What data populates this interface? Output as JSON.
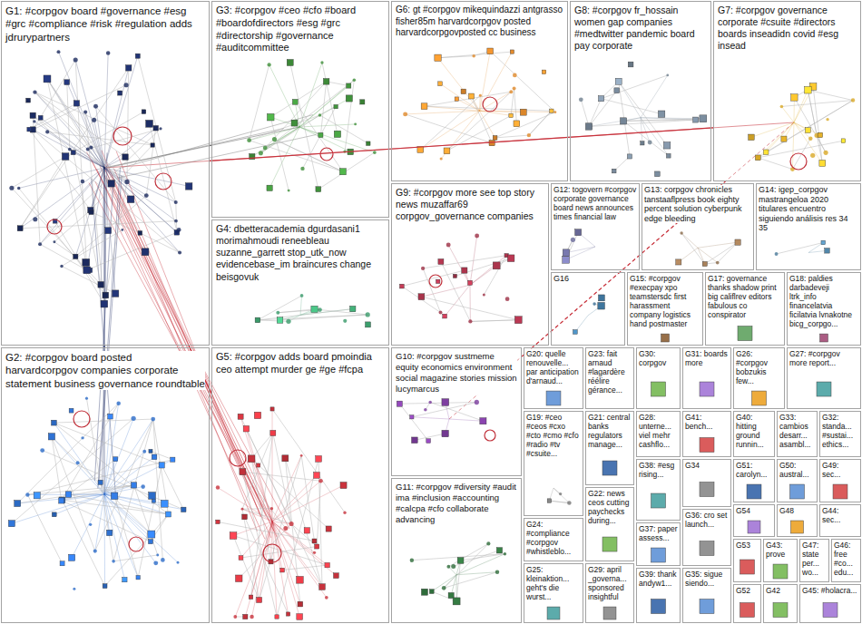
{
  "diagram": {
    "nodes": [
      {
        "text": [
          "G1: #corpgov board #governance #esg #grc #compliance #risk #regulation adds jdrurypartners"
        ]
      },
      {
        "text": [
          "G3: #corpgov #ceo #cfo #board #boardofdirectors #esg #grc #directorship #governance #auditcommittee"
        ]
      },
      {
        "text": [
          "G6: gt #corpgov mikequindazzi antgrasso fisher85m harvardcorpgov posted harvardcorpgovposted cc business"
        ]
      },
      {
        "text": [
          "G8: #corpgov fr_hossain women gap companies #medtwitter pandemic board pay corporate"
        ]
      },
      {
        "text": [
          "G7: #corpgov governance corporate #csuite #directors boards inseadidn covid #esg insead"
        ]
      },
      {
        "text": [
          "G4: dbetteracademia dgurdasani1 morimahmoudi reneebleau suzanne_garrett stop_utk_now evidencebase_im braincures change beisgovuk"
        ]
      },
      {
        "text": [
          "G9: #corpgov more see top story news muzaffar69 corpgov_governance companies"
        ]
      },
      {
        "text": [
          "G12: togovern #corpgov corporate governance board news announces times financial law"
        ]
      },
      {
        "text": [
          "G13: corpgov chronicles tanstaaflpress book eighty percent solution cyberpunk edge bleeding"
        ]
      },
      {
        "text": [
          "G14: igep_corpgov mastrangeloa 2020 titulares encuentro siguiendo análisis res 34 35"
        ]
      },
      {
        "text": [
          "G16"
        ]
      },
      {
        "text": [
          "G15: #corpgov #execpay xpo teamstersdc first harassment company logistics hand postmaster"
        ]
      },
      {
        "text": [
          "G17: governance thanks shadow print big califlrev editors fabulous co conspirator"
        ]
      },
      {
        "text": [
          "G18: paldies darbadeveji ltrk_info financelatvia ficilatvia lvnakotne bicg_corpgo..."
        ]
      },
      {
        "text": [
          "G2: #corpgov board posted harvardcorpgov companies corporate statement business governance roundtable"
        ]
      },
      {
        "text": [
          "G5: #corpgov adds board pmoindia ceo attempt murder ge #ge #fcpa"
        ]
      },
      {
        "text": [
          "G10: #corpgov sustmeme equity economics environment social magazine stories mission lucymarcus"
        ]
      },
      {
        "text": [
          "G11: #corpgov #diversity #audit ima #inclusion #accounting #calcpa #cfo collaborate advancing"
        ]
      },
      {
        "text": [
          "G20: quelle renouvelle... par anticipation d'arnaud..."
        ]
      },
      {
        "text": [
          "G23: fait arnaud #lagardère réélire gérance..."
        ]
      },
      {
        "text": [
          "G30: corpgov"
        ]
      },
      {
        "text": [
          "G31: boards more"
        ]
      },
      {
        "text": [
          "G26: #corpgov bobzukis few..."
        ]
      },
      {
        "text": [
          "G27: #corpgov more report..."
        ]
      },
      {
        "text": [
          "G19: #ceo #ceos #cxo #cto #cmo #cfo #radio #tv #csuite..."
        ]
      },
      {
        "text": [
          "G21: central banks regulators manage..."
        ]
      },
      {
        "text": [
          "G28: unterne... viel mehr cashflo..."
        ]
      },
      {
        "text": [
          "G41: bench..."
        ]
      },
      {
        "text": [
          "G40: hitting ground runnin..."
        ]
      },
      {
        "text": [
          "G33: cambios desarr... asambl..."
        ]
      },
      {
        "text": [
          "G32: standa... #sustai... ethics..."
        ]
      },
      {
        "text": [
          "G38: #esg rising..."
        ]
      },
      {
        "text": [
          "G34"
        ]
      },
      {
        "text": [
          "G51: carolyn..."
        ]
      },
      {
        "text": [
          "G50: austral..."
        ]
      },
      {
        "text": [
          "G49: sec..."
        ]
      },
      {
        "text": [
          "G22: news ceos cutting paychecks during..."
        ]
      },
      {
        "text": [
          "G54"
        ]
      },
      {
        "text": [
          "G48"
        ]
      },
      {
        "text": [
          "G44: sec..."
        ]
      },
      {
        "text": [
          "G36: cro set launch..."
        ]
      },
      {
        "text": [
          "G24: #compliance #corpgov #whistleblo..."
        ]
      },
      {
        "text": [
          "G37: paper assess..."
        ]
      },
      {
        "text": [
          "G53"
        ]
      },
      {
        "text": [
          "G43: prove"
        ]
      },
      {
        "text": [
          "G47: state per... wo..."
        ]
      },
      {
        "text": [
          "G46: free #co... edu..."
        ]
      },
      {
        "text": [
          "G25: kleinaktion... geht's die wurst..."
        ]
      },
      {
        "text": [
          "G29: april _governa... sponsored insightful"
        ]
      },
      {
        "text": [
          "G39: thank andyw1..."
        ]
      },
      {
        "text": [
          "G35: sigue siendo..."
        ]
      },
      {
        "text": [
          "G52"
        ]
      },
      {
        "text": [
          "G42"
        ]
      },
      {
        "text": [
          "G45: #holacra..."
        ]
      }
    ],
    "edges": [
      {
        "from": 0,
        "to": 15,
        "arrow": "none"
      },
      {
        "from": 0,
        "to": 14,
        "arrow": "none"
      },
      {
        "from": 0,
        "to": 4,
        "arrow": "none"
      },
      {
        "from": 0,
        "to": 1,
        "arrow": "none"
      },
      {
        "from": 16,
        "to": 4,
        "arrow": "none"
      }
    ]
  }
}
